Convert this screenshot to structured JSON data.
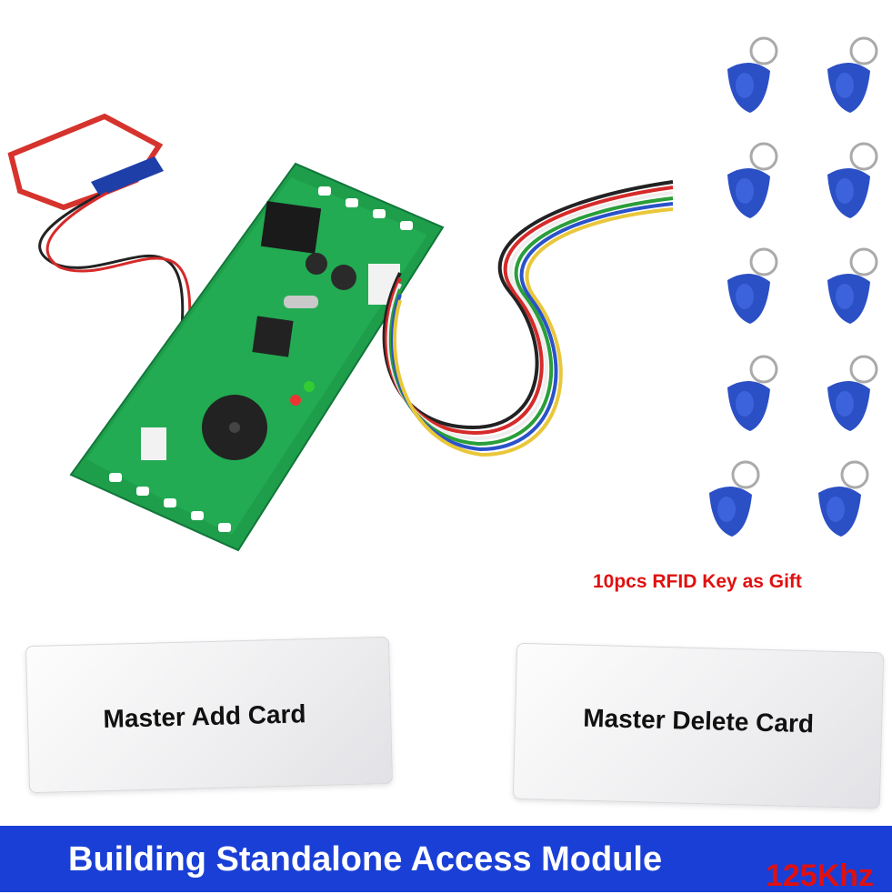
{
  "product": {
    "gift_label": "10pcs RFID Key as Gift",
    "card_add_label": "Master Add Card",
    "card_delete_label": "Master Delete Card",
    "banner_title": "Building Standalone Access Module",
    "banner_frequency": "125Khz"
  },
  "colors": {
    "banner_blue": "#1a3fd6",
    "pcb_green": "#1e9e4a",
    "fob_blue": "#2b4fc4",
    "gift_red": "#e01010"
  },
  "fob_count": 10
}
